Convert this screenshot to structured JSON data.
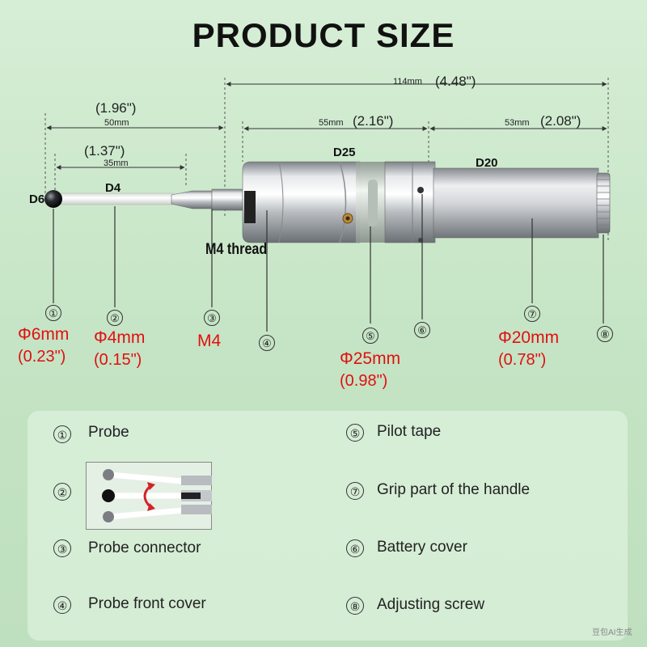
{
  "title": "PRODUCT SIZE",
  "dimensions": {
    "overall": {
      "mm": "114mm",
      "inch": "(4.48\")"
    },
    "probe_total": {
      "mm": "50mm",
      "inch": "(1.96\")"
    },
    "probe_shaft": {
      "mm": "35mm",
      "inch": "(1.37\")"
    },
    "front_body": {
      "mm": "55mm",
      "inch": "(2.16\")"
    },
    "rear_body": {
      "mm": "53mm",
      "inch": "(2.08\")"
    }
  },
  "part_labels": {
    "d6": "D6",
    "d4": "D4",
    "d25": "D25",
    "d20": "D20",
    "thread": "M4 thread"
  },
  "callouts": [
    {
      "n": "①",
      "spec": "Φ6mm",
      "inch": "(0.23\")"
    },
    {
      "n": "②",
      "spec": "Φ4mm",
      "inch": "(0.15\")"
    },
    {
      "n": "③",
      "spec": "M4"
    },
    {
      "n": "④"
    },
    {
      "n": "⑤",
      "spec": "Φ25mm",
      "inch": "(0.98\")"
    },
    {
      "n": "⑥"
    },
    {
      "n": "⑦",
      "spec": "Φ20mm",
      "inch": "(0.78\")"
    },
    {
      "n": "⑧"
    }
  ],
  "legend": [
    {
      "n": "①",
      "text": "Probe"
    },
    {
      "n": "②",
      "text": ""
    },
    {
      "n": "③",
      "text": "Probe connector"
    },
    {
      "n": "④",
      "text": "Probe front cover"
    },
    {
      "n": "⑤",
      "text": "Pilot tape"
    },
    {
      "n": "⑦",
      "text": "Grip part of the handle"
    },
    {
      "n": "⑥",
      "text": "Battery cover"
    },
    {
      "n": "⑧",
      "text": "Adjusting screw"
    }
  ],
  "watermark": "豆包AI生成",
  "colors": {
    "spec_red": "#e01010",
    "metal": "#b8bcc0",
    "background": "#c7e5c7"
  }
}
